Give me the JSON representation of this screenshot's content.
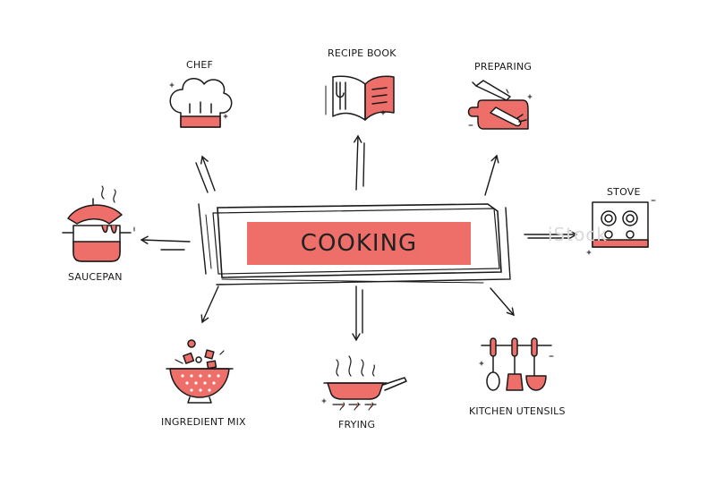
{
  "diagram": {
    "center": "COOKING",
    "nodes": {
      "chef": "CHEF",
      "recipe_book": "RECIPE BOOK",
      "preparing": "PREPARING",
      "stove": "STOVE",
      "saucepan": "SAUCEPAN",
      "ingredient_mix": "INGREDIENT MIX",
      "frying": "FRYING",
      "kitchen_utensils": "KITCHEN UTENSILS"
    },
    "watermark": "iStock"
  },
  "colors": {
    "accent": "#ee6f6a",
    "ink": "#1a1a1a",
    "background": "#ffffff"
  }
}
